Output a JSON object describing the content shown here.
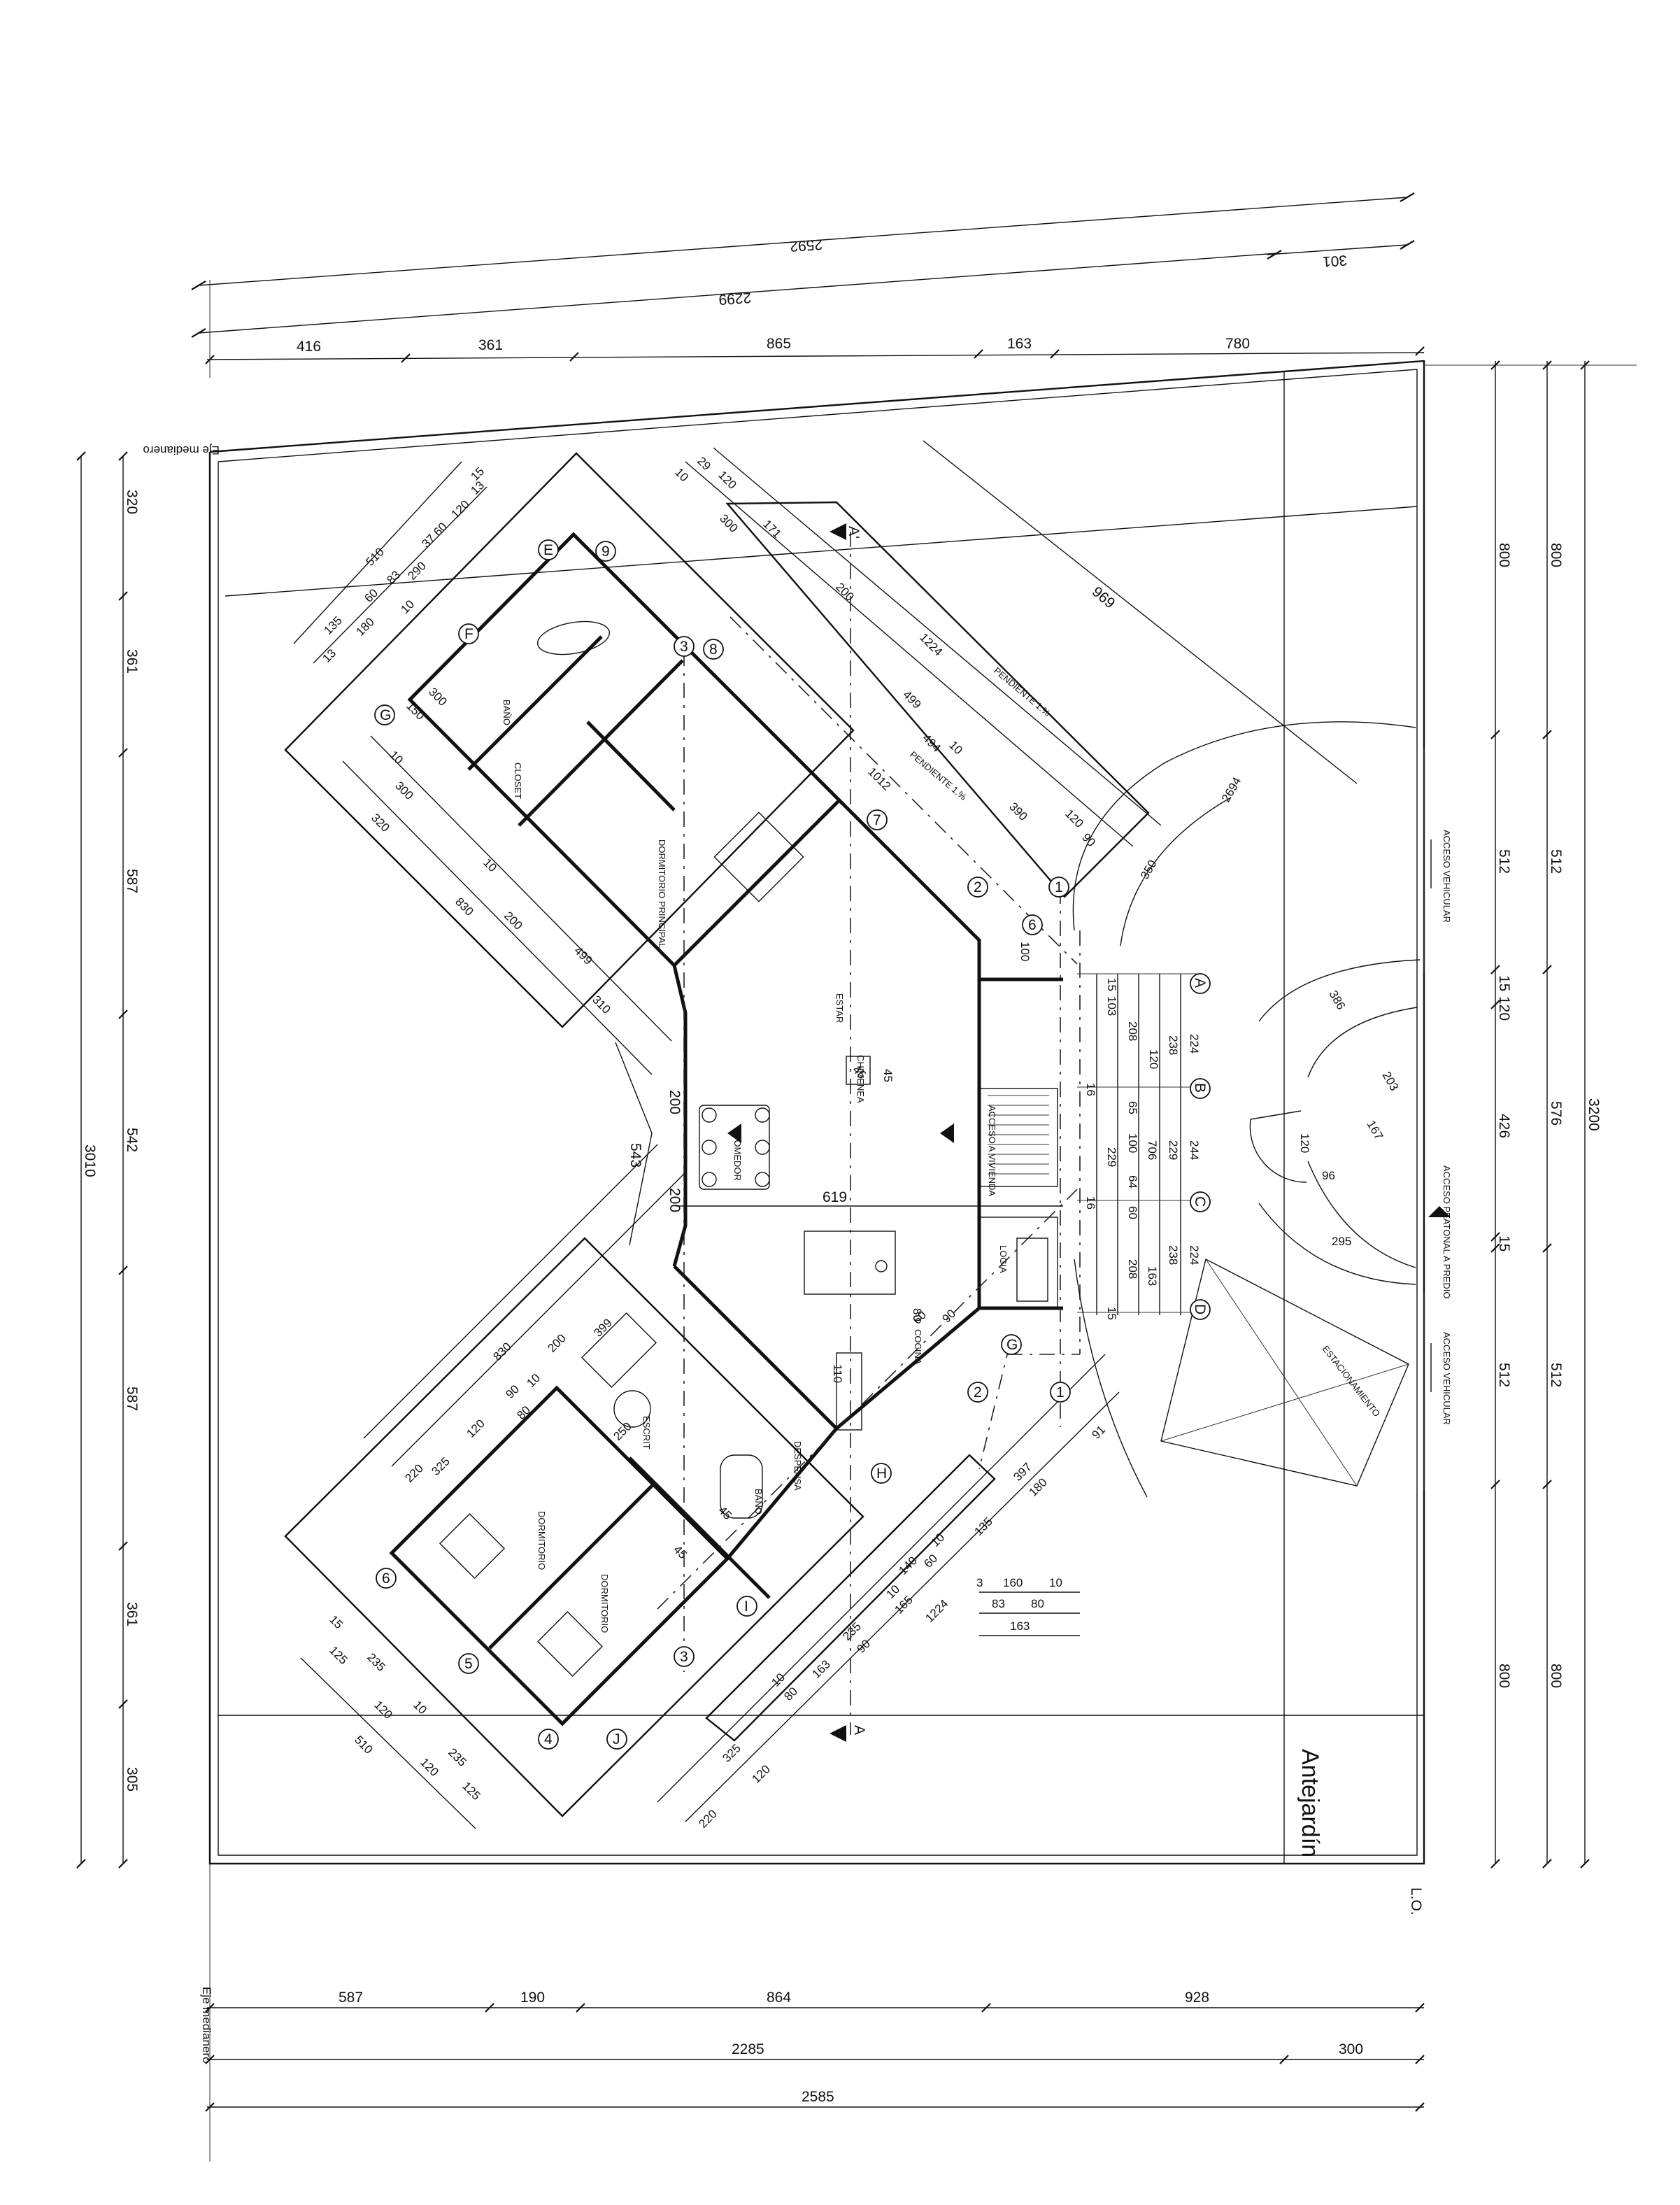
{
  "labels": {
    "eje_medianero": "Eje medianero",
    "antejardin": "Antejardín",
    "lo": "L.O.",
    "estacionamiento": "ESTACIONAMIENTO",
    "acceso_vehicular": "ACCESO VEHICULAR",
    "acceso_peatonal": "ACCESO PEATONAL A PREDIO",
    "acceso_vivienda": "ACCESO A VIVIENDA",
    "comedor": "COMEDOR",
    "estar": "ESTAR",
    "cocina": "COCINA",
    "logia": "LOGIA",
    "bano": "BAÑO",
    "dormitorio": "DORMITORIO",
    "dormitorio_principal": "DORMITORIO PRINCIPAL",
    "closet": "CLOSET",
    "despensa": "DESPENSA",
    "chimenea": "CHIMENEA",
    "escritorio": "ESCRIT",
    "pendiente": "PENDIENTE 1.%",
    "corte_a": "A",
    "corte_a_prime": "A'"
  },
  "dims": {
    "top_2592": "2592",
    "top_301": "301",
    "top_2299": "2299",
    "t416": "416",
    "t361": "361",
    "t865": "865",
    "t163": "163",
    "t780": "780",
    "b587": "587",
    "b190": "190",
    "b864": "864",
    "b928": "928",
    "b2285": "2285",
    "b300": "300",
    "b2585": "2585",
    "l320": "320",
    "l361a": "361",
    "l587a": "587",
    "l542": "542",
    "l587b": "587",
    "l361b": "361",
    "l305": "305",
    "l3010": "3010",
    "r800a": "800",
    "r512a": "512",
    "r15a": "15",
    "r120": "120",
    "r426": "426",
    "r15b": "15",
    "r512b": "512",
    "r800b": "800",
    "r800c": "800",
    "r512c": "512",
    "r576": "576",
    "r512d": "512",
    "r800d": "800",
    "r3200": "3200",
    "c224a": "224",
    "c238a": "238",
    "c103": "103",
    "c208a": "208",
    "c120": "120",
    "c15a": "15",
    "c16a": "16",
    "c244": "244",
    "c229a": "229",
    "c706": "706",
    "c65": "65",
    "c100a": "100",
    "c229b": "229",
    "c64": "64",
    "c16b": "16",
    "c60": "60",
    "c224b": "224",
    "c238b": "238",
    "c163a": "163",
    "c208b": "208",
    "c15b": "15",
    "i619": "619",
    "i200a": "200",
    "i200b": "200",
    "i543": "543",
    "i45a": "45",
    "i100b": "100",
    "i110": "110",
    "i80": "80",
    "i350": "350",
    "i2694": "2694",
    "i386": "386",
    "i203": "203",
    "i167": "167",
    "i120b": "120",
    "i96": "96",
    "i295": "295",
    "i969": "969",
    "ul510": "510",
    "ul290": "290",
    "ul180": "180",
    "ul135": "135",
    "ul13a": "13",
    "ul13b": "13",
    "ul120": "120",
    "ul3760": "37 60",
    "ul83": "83",
    "ul60": "60",
    "ul10": "10",
    "ul15": "15",
    "um300a": "300",
    "um320": "320",
    "um830a": "830",
    "um200": "200",
    "um499a": "499",
    "um310": "310",
    "um10a": "10",
    "um150": "150",
    "um10b": "10",
    "um300b": "300",
    "ur120": "120",
    "ur29": "29",
    "ur10": "10",
    "ur300": "300",
    "ur171": "171",
    "ur200": "200",
    "ur1224": "1224",
    "ur499": "499",
    "ur494": "494",
    "ur10b": "10",
    "ur390": "390",
    "ur120b": "120",
    "ur90": "90",
    "ur1012": "1012",
    "ll830": "830",
    "ll200": "200",
    "ll399": "399",
    "ll220": "220",
    "ll325": "325",
    "ll120": "120",
    "ll90": "90",
    "ll10": "10",
    "ll80": "80",
    "ll15": "15",
    "ll125a": "125",
    "ll235a": "235",
    "ll120b": "120",
    "ll510": "510",
    "ll120c": "120",
    "ll235b": "235",
    "ll125b": "125",
    "ll10b": "10",
    "lr91": "91",
    "lr397": "397",
    "lr180": "180",
    "lr135": "135",
    "lr10": "10",
    "lr140": "140",
    "lr60": "60",
    "lr10b": "10",
    "lr165": "165",
    "lr90": "90",
    "lr235": "235",
    "lr1224": "1224",
    "lr163": "163",
    "lr10c": "10",
    "lr80": "80",
    "lr325": "325",
    "lr120": "120",
    "lr220": "220",
    "lg3": "3",
    "lg160": "160",
    "lg10": "10",
    "lg83": "83",
    "lg80": "80",
    "lg163": "163",
    "k45": "45",
    "k45b": "45",
    "k45c": "45",
    "k250": "250",
    "k90": "90",
    "k60": "60"
  },
  "grid": {
    "n1a": "1",
    "n1b": "1",
    "n2a": "2",
    "n2b": "2",
    "n3a": "3",
    "n3b": "3",
    "n4": "4",
    "n5": "5",
    "n6a": "6",
    "n6b": "6",
    "n7": "7",
    "n8": "8",
    "n9": "9",
    "A": "A",
    "B": "B",
    "C": "C",
    "D": "D",
    "E": "E",
    "F": "F",
    "Ga": "G",
    "Gb": "G",
    "H": "H",
    "I": "I",
    "J": "J"
  }
}
